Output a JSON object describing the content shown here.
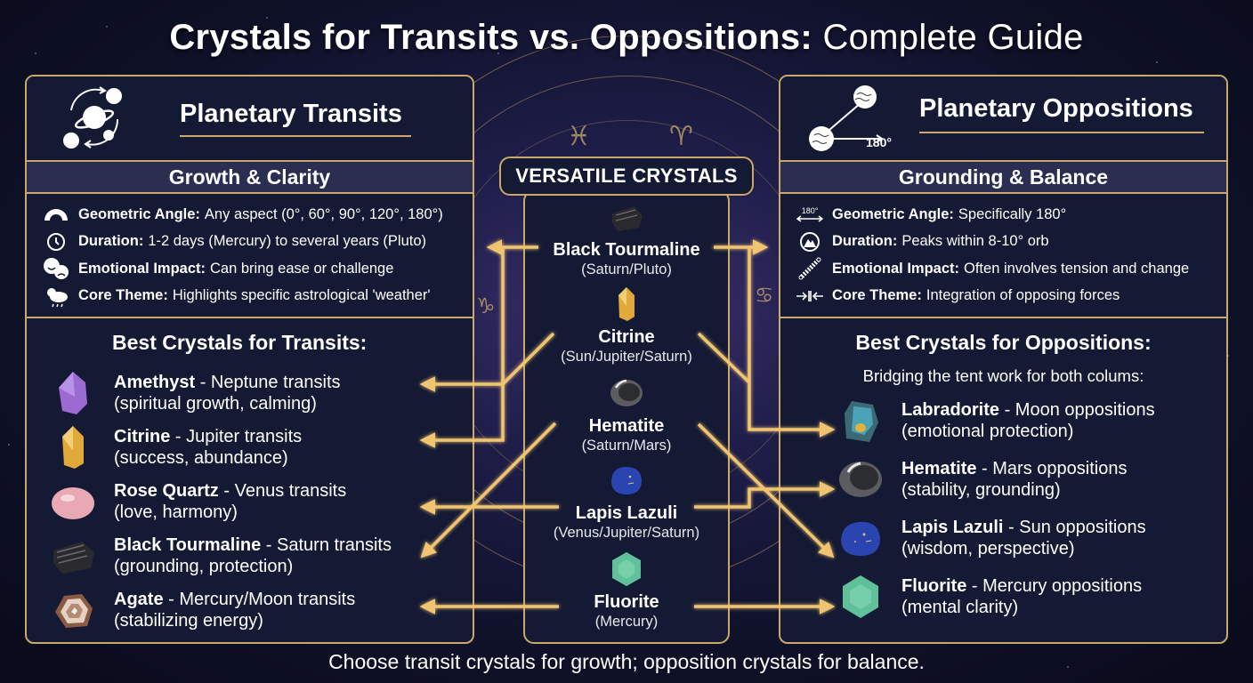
{
  "title": {
    "bold": "Crystals for Transits vs. Oppositions:",
    "light": "Complete Guide"
  },
  "left": {
    "title": "Planetary Transits",
    "subtitle": "Growth & Clarity",
    "properties": [
      {
        "icon": "protractor-icon",
        "label": "Geometric Angle:",
        "value": "Any aspect (0°, 60°, 90°, 120°, 180°)"
      },
      {
        "icon": "clock-icon",
        "label": "Duration:",
        "value": "1-2 days (Mercury) to several years (Pluto)"
      },
      {
        "icon": "happy-sad-faces-icon",
        "label": "Emotional Impact:",
        "value": "Can bring ease or challenge"
      },
      {
        "icon": "weather-icon",
        "label": "Core Theme:",
        "value": "Highlights specific astrological 'weather'"
      }
    ],
    "best_heading": "Best Crystals for Transits:",
    "crystals": [
      {
        "name": "Amethyst",
        "planet": "- Neptune transits",
        "desc": "(spiritual growth, calming)",
        "color": "#9b6bd1"
      },
      {
        "name": "Citrine",
        "planet": "- Jupiter transits",
        "desc": "(success, abundance)",
        "color": "#e1a93a"
      },
      {
        "name": "Rose Quartz",
        "planet": "- Venus transits",
        "desc": "(love, harmony)",
        "color": "#e8a9b4"
      },
      {
        "name": "Black Tourmaline",
        "planet": "- Saturn transits",
        "desc": "(grounding, protection)",
        "color": "#2a2a2e"
      },
      {
        "name": "Agate",
        "planet": "- Mercury/Moon transits",
        "desc": "(stabilizing energy)",
        "color": "#b58a73"
      }
    ]
  },
  "right": {
    "title": "Planetary Oppositions",
    "icon_label": "180°",
    "subtitle": "Grounding & Balance",
    "properties": [
      {
        "icon": "double-arrow-180-icon",
        "icon_text": "180°",
        "label": "Geometric Angle:",
        "value": "Specifically 180°"
      },
      {
        "icon": "peak-icon",
        "label": "Duration:",
        "value": "Peaks within 8-10° orb"
      },
      {
        "icon": "spring-icon",
        "label": "Emotional Impact:",
        "value": "Often involves tension and change"
      },
      {
        "icon": "converging-arrows-icon",
        "label": "Core Theme:",
        "value": "Integration of opposing forces"
      }
    ],
    "best_heading": "Best Crystals for Oppositions:",
    "bridge_text": "Bridging the tent work for both colums:",
    "crystals": [
      {
        "name": "Labradorite",
        "planet": "- Moon oppositions",
        "desc": "(emotional protection)",
        "color": "#4aa3b8"
      },
      {
        "name": "Hematite",
        "planet": "- Mars oppositions",
        "desc": "(stability, grounding)",
        "color": "#8a8c90"
      },
      {
        "name": "Lapis Lazuli",
        "planet": "- Sun oppositions",
        "desc": "(wisdom, perspective)",
        "color": "#2a45b0"
      },
      {
        "name": "Fluorite",
        "planet": "- Mercury oppositions",
        "desc": "(mental clarity)",
        "color": "#5fc09a"
      }
    ]
  },
  "center": {
    "heading": "VERSATILE CRYSTALS",
    "crystals": [
      {
        "name": "Black Tourmaline",
        "planets": "(Saturn/Pluto)",
        "color": "#2a2a2e"
      },
      {
        "name": "Citrine",
        "planets": "(Sun/Jupiter/Saturn)",
        "color": "#e1a93a"
      },
      {
        "name": "Hematite",
        "planets": "(Saturn/Mars)",
        "color": "#8a8c90"
      },
      {
        "name": "Lapis Lazuli",
        "planets": "(Venus/Jupiter/Saturn)",
        "color": "#2a45b0"
      },
      {
        "name": "Fluorite",
        "planets": "(Mercury)",
        "color": "#5fc09a"
      }
    ]
  },
  "footer": "Choose transit crystals for growth; opposition crystals for balance.",
  "colors": {
    "gold": "#c9a86a",
    "arrow": "#f0c470",
    "panel": "#141a33",
    "subheader": "#2a2f52"
  }
}
